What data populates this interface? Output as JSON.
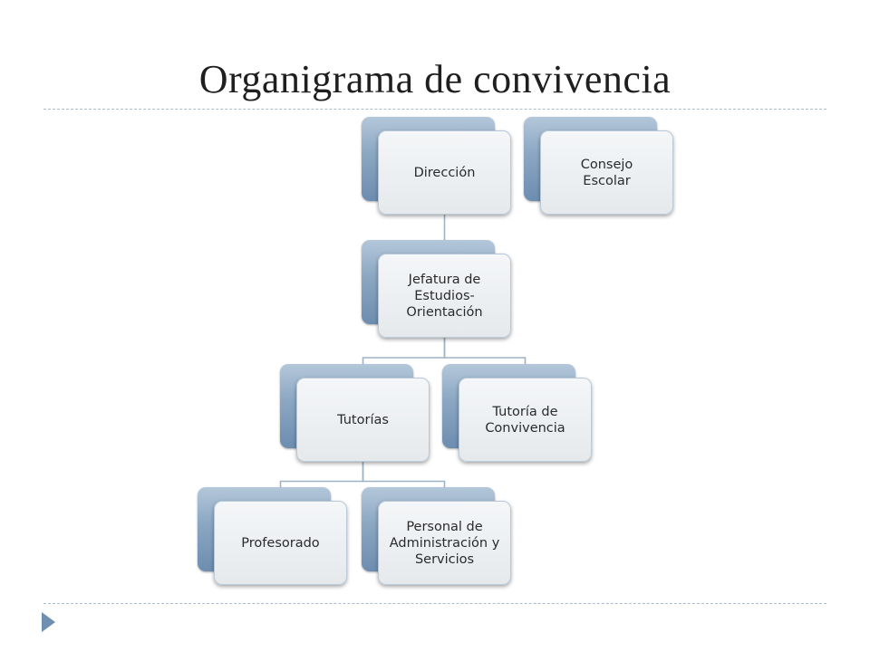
{
  "slide": {
    "title": "Organigrama de convivencia"
  },
  "colors": {
    "back_card": "#8aa6c2",
    "front_card": "#eceff2",
    "connector": "#9fb3c6",
    "rule": "#a9bccd",
    "bullet": "#6f8fb0"
  },
  "org": {
    "direccion": {
      "label": "Dirección"
    },
    "consejo": {
      "label": "Consejo Escolar"
    },
    "jefatura": {
      "label": "Jefatura de Estudios-Orientación"
    },
    "tutorias": {
      "label": "Tutorías"
    },
    "tutoria_convivencia": {
      "label": "Tutoría de Convivencia"
    },
    "profesorado": {
      "label": "Profesorado"
    },
    "personal": {
      "label": "Personal de Administración y Servicios"
    }
  },
  "connections": [
    [
      "direccion",
      "jefatura"
    ],
    [
      "jefatura",
      "tutorias"
    ],
    [
      "jefatura",
      "tutoria_convivencia"
    ],
    [
      "tutorias",
      "profesorado"
    ],
    [
      "tutorias",
      "personal"
    ]
  ]
}
